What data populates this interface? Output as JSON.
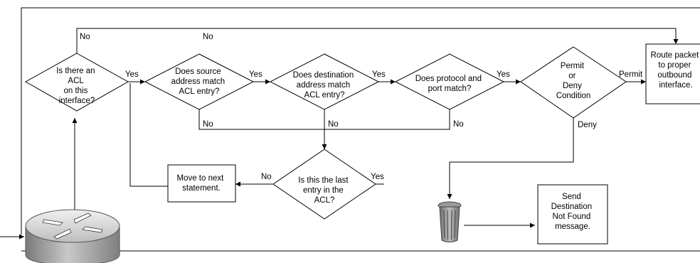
{
  "decisions": {
    "acl_exists": [
      "Is there an",
      "ACL",
      "on this",
      "interface?"
    ],
    "source_match": [
      "Does source",
      "address match",
      "ACL entry?"
    ],
    "dest_match": [
      "Does destination",
      "address match",
      "ACL entry?"
    ],
    "protocol_match": [
      "Does protocol and",
      "port match?"
    ],
    "permit_deny": [
      "Permit",
      "or",
      "Deny",
      "Condition"
    ],
    "last_entry": [
      "Is this the last",
      "entry in the",
      "ACL?"
    ]
  },
  "processes": {
    "route_packet": [
      "Route packet",
      "to proper",
      "outbound",
      "interface."
    ],
    "next_statement": [
      "Move to next",
      "statement."
    ],
    "send_message": [
      "Send",
      "Destination",
      "Not Found",
      "message."
    ]
  },
  "labels": {
    "no_top_left": "No",
    "no_top_mid": "No",
    "yes_acl": "Yes",
    "yes_source": "Yes",
    "yes_dest": "Yes",
    "yes_protocol": "Yes",
    "permit": "Permit",
    "deny": "Deny",
    "no_source": "No",
    "no_dest": "No",
    "no_protocol": "No",
    "no_last": "No",
    "yes_last": "Yes"
  },
  "icons": {
    "router": "router-icon",
    "trash": "trash-can-icon"
  },
  "colors": {
    "stroke": "#000000",
    "router_top": "#d9d9d9",
    "router_side": "#9a9a9a",
    "trash": "#8c8c8c"
  }
}
